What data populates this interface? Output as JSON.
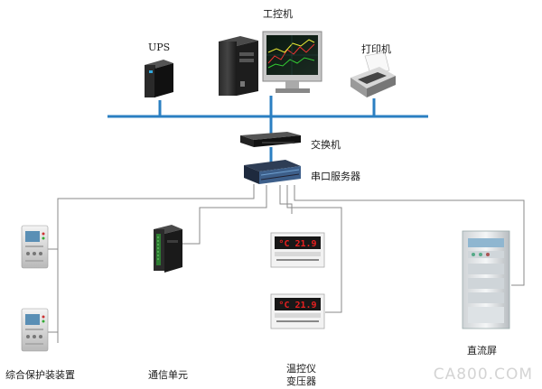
{
  "labels": {
    "ipc": "工控机",
    "ups": "UPS",
    "printer": "打印机",
    "switch": "交换机",
    "serial_server": "串口服务器",
    "protection_device": "综合保护装装置",
    "comm_unit": "通信单元",
    "temp_controller_line1": "温控仪",
    "temp_controller_line2": "变压器",
    "dc_panel": "直流屏"
  },
  "displays": {
    "temp_controller_1": "°C 21.9",
    "temp_controller_2": "°C 21.9"
  },
  "watermark": "CA800.COM",
  "colors": {
    "ethernet_bus": "#2b7fc2",
    "serial_lines": "#8a8a8a",
    "led_display": "#e82020"
  }
}
